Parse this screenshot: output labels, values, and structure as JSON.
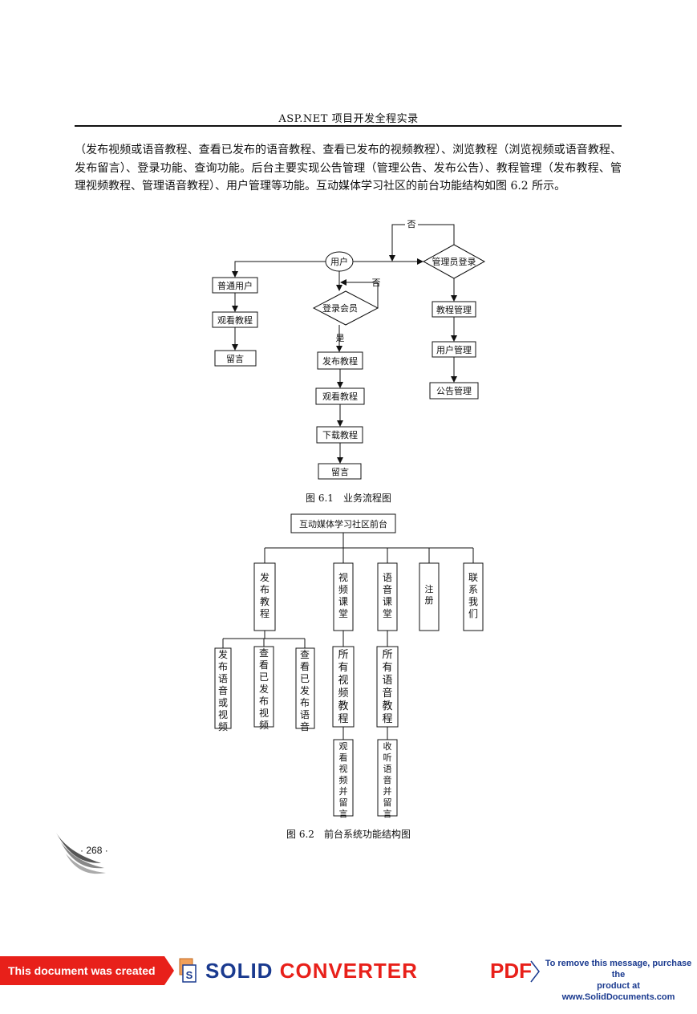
{
  "header": {
    "title": "ASP.NET 项目开发全程实录"
  },
  "body": {
    "paragraph": "（发布视频或语音教程、查看已发布的语音教程、查看已发布的视频教程）、浏览教程（浏览视频或语音教程、发布留言）、登录功能、查询功能。后台主要实现公告管理（管理公告、发布公告）、教程管理（发布教程、管理视频教程、管理语音教程）、用户管理等功能。互动媒体学习社区的前台功能结构如图 6.2 所示。"
  },
  "figure1": {
    "caption": "图 6.1　业务流程图",
    "nodes": {
      "user": "用户",
      "admin_login": "管理员登录",
      "normal_user": "普通用户",
      "member_login": "登录会员",
      "watch_1": "观看教程",
      "comment_1": "留言",
      "publish": "发布教程",
      "watch_2": "观看教程",
      "download": "下载教程",
      "comment_2": "留言",
      "tutorial_mgmt": "教程管理",
      "user_mgmt": "用户管理",
      "notice_mgmt": "公告管理"
    },
    "labels": {
      "no_top": "否",
      "no_mid": "否",
      "yes": "是"
    }
  },
  "figure2": {
    "caption": "图 6.2　前台系统功能结构图",
    "root": "互动媒体学习社区前台",
    "level1": [
      "发布教程",
      "视频课堂",
      "语音课堂",
      "注册",
      "联系我们"
    ],
    "publish_children": [
      "发布语音或视频",
      "查看已发布视频",
      "查看已发布语音"
    ],
    "video_children": [
      "所有视频教程",
      "观看视频并留言"
    ],
    "audio_children": [
      "所有语音教程",
      "收听语音并留言"
    ]
  },
  "footer": {
    "page_number": "268"
  },
  "banner": {
    "left_text": "This document was created using",
    "brand_solid": "SOLID",
    "brand_converter": "CONVERTER",
    "brand_pdf": "PDF",
    "right_line1": "To remove this message, purchase the",
    "right_line2": "product at www.SolidDocuments.com",
    "colors": {
      "red": "#e8201a",
      "blue": "#1a3a8f"
    }
  }
}
